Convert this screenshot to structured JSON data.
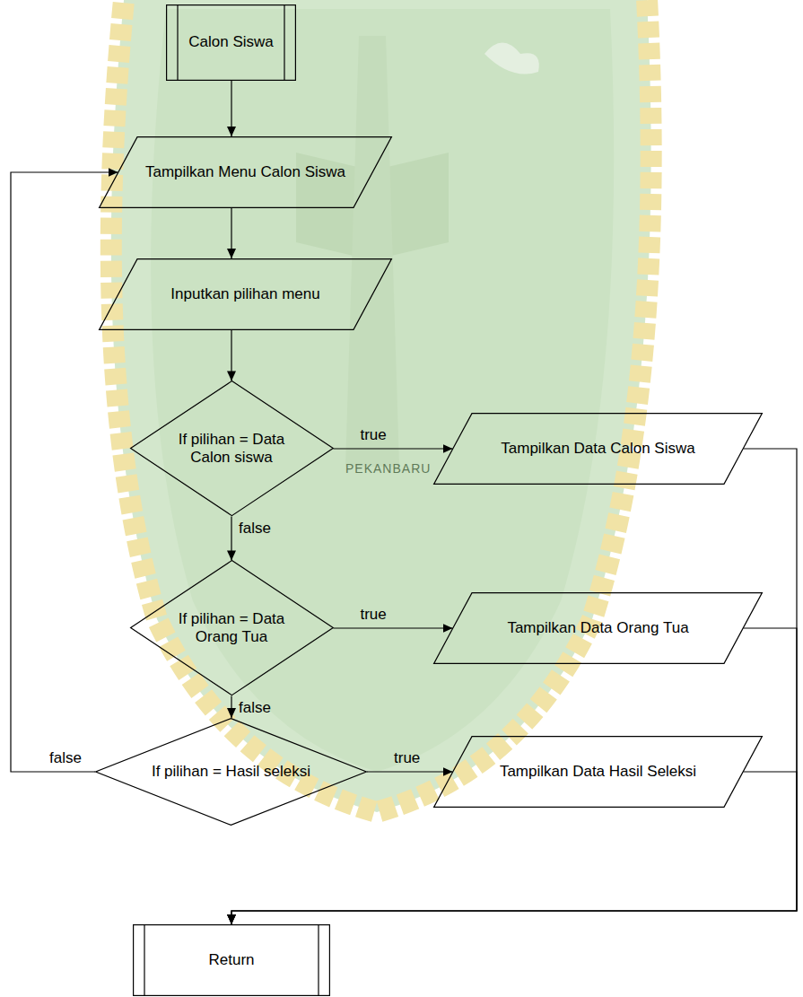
{
  "diagram": {
    "nodes": [
      {
        "text": [
          "Calon Siswa"
        ]
      },
      {
        "text": [
          "Tampilkan Menu Calon Siswa"
        ]
      },
      {
        "text": [
          "Inputkan pilihan menu"
        ]
      },
      {
        "text": [
          "If pilihan = Data Calon siswa"
        ]
      },
      {
        "text": [
          "Tampilkan Data Calon Siswa"
        ]
      },
      {
        "text": [
          "If pilihan = Data Orang Tua"
        ]
      },
      {
        "text": [
          "Tampilkan Data Orang Tua"
        ]
      },
      {
        "text": [
          "If pilihan = Hasil seleksi"
        ]
      },
      {
        "text": [
          "Tampilkan Data Hasil Seleksi"
        ]
      },
      {
        "text": [
          "Return"
        ]
      }
    ],
    "edges": [
      {
        "from": 0,
        "to": 1,
        "arrow": "to"
      },
      {
        "from": 1,
        "to": 2,
        "arrow": "to"
      },
      {
        "from": 2,
        "to": 3,
        "arrow": "to"
      },
      {
        "from": 3,
        "to": 4,
        "label": "true",
        "arrow": "to"
      },
      {
        "from": 3,
        "to": 5,
        "label": "false",
        "arrow": "to"
      },
      {
        "from": 5,
        "to": 6,
        "label": "true",
        "arrow": "to"
      },
      {
        "from": 5,
        "to": 7,
        "label": "false",
        "arrow": "to"
      },
      {
        "from": 7,
        "to": 8,
        "label": "true",
        "arrow": "to"
      },
      {
        "from": 7,
        "to": 1,
        "label": "false",
        "arrow": "to"
      },
      {
        "from": 4,
        "to": 9,
        "arrow": "to"
      },
      {
        "from": 6,
        "to": 9,
        "arrow": "to"
      },
      {
        "from": 8,
        "to": 9,
        "arrow": "to"
      }
    ],
    "labels": [
      "PEKANBARU"
    ]
  }
}
